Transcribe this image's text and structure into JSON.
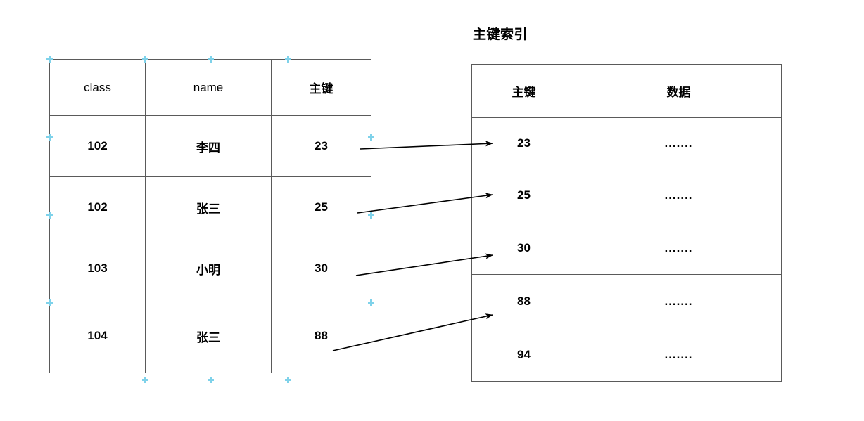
{
  "diagram": {
    "title_index": "主键索引",
    "bg_color": "#ffffff",
    "line_color": "#5a5a5a",
    "arrow_color": "#000000",
    "handle_color": "#7fd2ea"
  },
  "data_table": {
    "headers": [
      "class",
      "name",
      "主键"
    ],
    "rows": [
      {
        "class": "102",
        "name": "李四",
        "key": "23"
      },
      {
        "class": "102",
        "name": "张三",
        "key": "25"
      },
      {
        "class": "103",
        "name": "小明",
        "key": "30"
      },
      {
        "class": "104",
        "name": "张三",
        "key": "88"
      }
    ]
  },
  "index_table": {
    "title": "主键索引",
    "headers": [
      "主键",
      "数据"
    ],
    "rows": [
      {
        "key": "23",
        "data": "......."
      },
      {
        "key": "25",
        "data": "......."
      },
      {
        "key": "30",
        "data": "......."
      },
      {
        "key": "88",
        "data": "......."
      },
      {
        "key": "94",
        "data": "......."
      }
    ]
  },
  "links": [
    {
      "from_key": "23",
      "to_key": "23",
      "label": "23-to-23"
    },
    {
      "from_key": "25",
      "to_key": "25",
      "label": "25-to-25"
    },
    {
      "from_key": "30",
      "to_key": "30",
      "label": "30-to-30"
    },
    {
      "from_key": "88",
      "to_key": "88",
      "label": "88-to-88"
    }
  ]
}
